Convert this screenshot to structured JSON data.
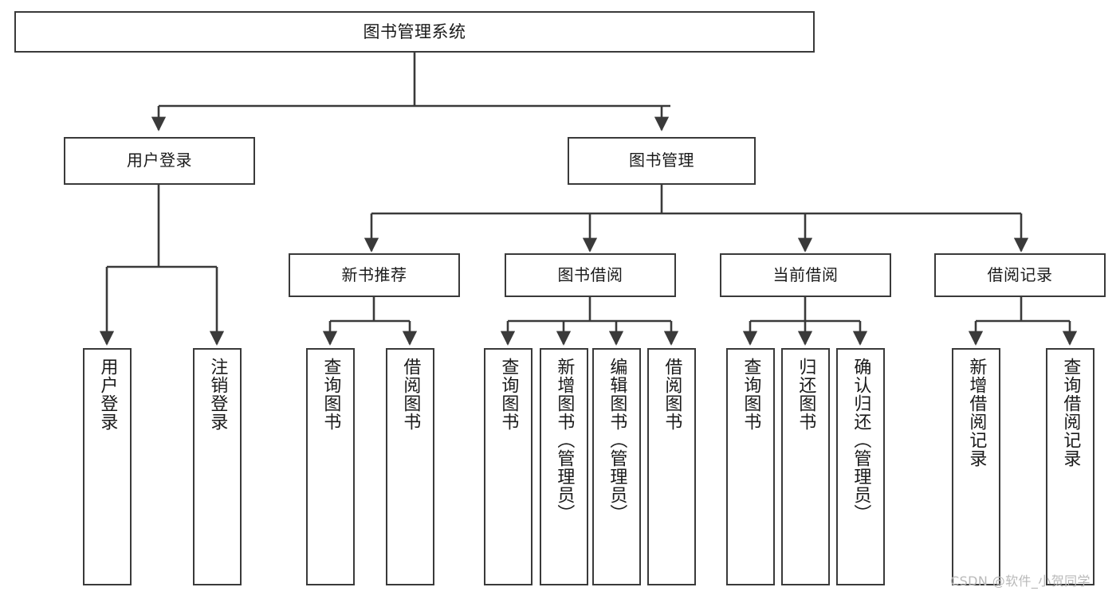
{
  "diagram": {
    "type": "tree",
    "title": "图书管理系统",
    "watermark": "CSDN @软件_小贺同学",
    "colors": {
      "stroke": "#3a3a3a",
      "fill": "#ffffff",
      "text": "#1a1a1a",
      "watermark": "#b9b9b9"
    },
    "nodes": {
      "root": {
        "label": "图书管理系统"
      },
      "level1": [
        {
          "id": "user-login",
          "label": "用户登录"
        },
        {
          "id": "book-manage",
          "label": "图书管理"
        }
      ],
      "level2": [
        {
          "id": "new-book-rec",
          "label": "新书推荐"
        },
        {
          "id": "book-borrow",
          "label": "图书借阅"
        },
        {
          "id": "current-borrow",
          "label": "当前借阅"
        },
        {
          "id": "borrow-record",
          "label": "借阅记录"
        }
      ],
      "leaves": {
        "user-login": [
          {
            "id": "leaf-user-login",
            "label": "用户登录"
          },
          {
            "id": "leaf-logout",
            "label": "注销登录"
          }
        ],
        "new-book-rec": [
          {
            "id": "leaf-query-book-1",
            "label": "查询图书"
          },
          {
            "id": "leaf-borrow-book-1",
            "label": "借阅图书"
          }
        ],
        "book-borrow": [
          {
            "id": "leaf-query-book-2",
            "label": "查询图书"
          },
          {
            "id": "leaf-add-book",
            "label": "新增图书（管理员）"
          },
          {
            "id": "leaf-edit-book",
            "label": "编辑图书（管理员）"
          },
          {
            "id": "leaf-borrow-book-2",
            "label": "借阅图书"
          }
        ],
        "current-borrow": [
          {
            "id": "leaf-query-book-3",
            "label": "查询图书"
          },
          {
            "id": "leaf-return-book",
            "label": "归还图书"
          },
          {
            "id": "leaf-confirm-return",
            "label": "确认归还（管理员）"
          }
        ],
        "borrow-record": [
          {
            "id": "leaf-add-record",
            "label": "新增借阅记录"
          },
          {
            "id": "leaf-query-record",
            "label": "查询借阅记录"
          }
        ]
      }
    }
  }
}
